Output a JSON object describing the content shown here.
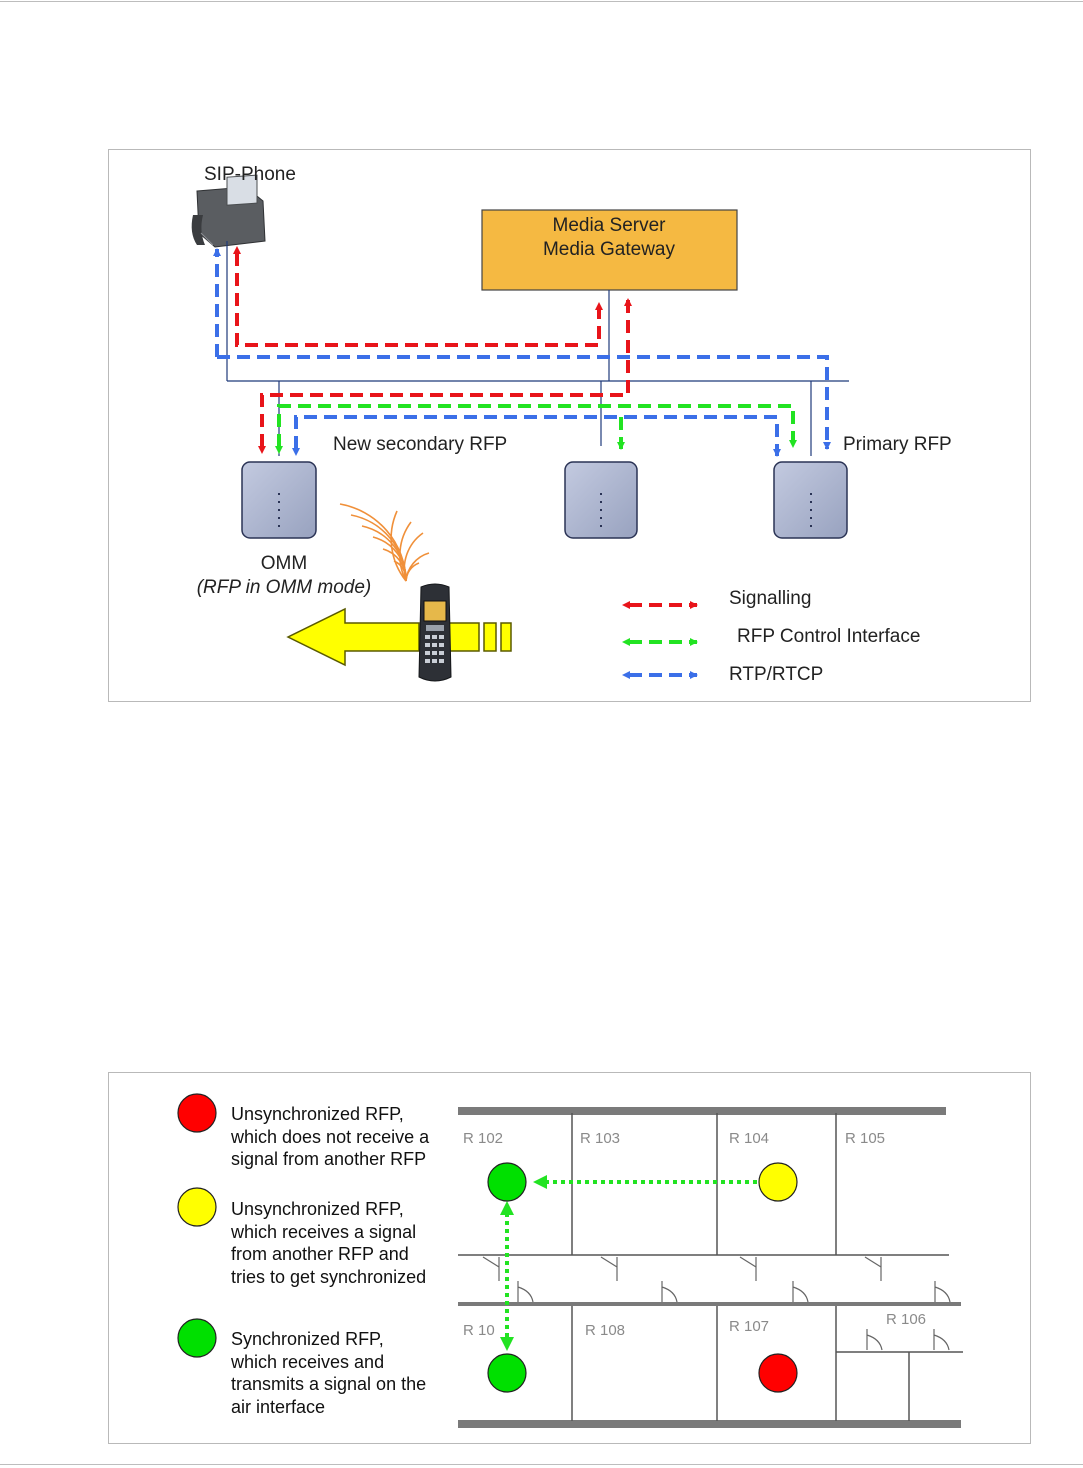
{
  "network_diagram": {
    "sip_phone_label": "SIP-Phone",
    "media_box": {
      "line1": "Media Server",
      "line2": "Media Gateway"
    },
    "new_secondary_label": "New secondary RFP",
    "primary_label": "Primary RFP",
    "omm_label": "OMM",
    "omm_mode_label": "(RFP in OMM mode)",
    "legend": [
      {
        "label": "Signalling",
        "color": "#e8141a"
      },
      {
        "label": "RFP Control Interface",
        "color": "#22e322"
      },
      {
        "label": "RTP/RTCP",
        "color": "#3b6fe8"
      }
    ],
    "colors": {
      "media_box_fill": "#f5b942",
      "rfp_fill": "#a9b2cc",
      "arrow_yellow": "#ffff00"
    }
  },
  "sync_diagram": {
    "legend": [
      {
        "color": "#ff0000",
        "lines": [
          "Unsynchronized RFP,",
          "which does not receive a",
          "signal from another RFP"
        ]
      },
      {
        "color": "#ffff00",
        "lines": [
          "Unsynchronized RFP,",
          "which receives a signal",
          "from another RFP and",
          "tries to get synchronized"
        ]
      },
      {
        "color": "#00e000",
        "lines": [
          "Synchronized RFP,",
          "which receives and",
          "transmits a signal on the",
          "air interface"
        ]
      }
    ],
    "rooms": [
      "R 102",
      "R 103",
      "R 104",
      "R 105",
      "R 10",
      "R 108",
      "R 107",
      "R 106"
    ],
    "colors": {
      "wall": "#7a7a7a",
      "room_text": "#8a8a8a",
      "link": "#22e322"
    }
  }
}
